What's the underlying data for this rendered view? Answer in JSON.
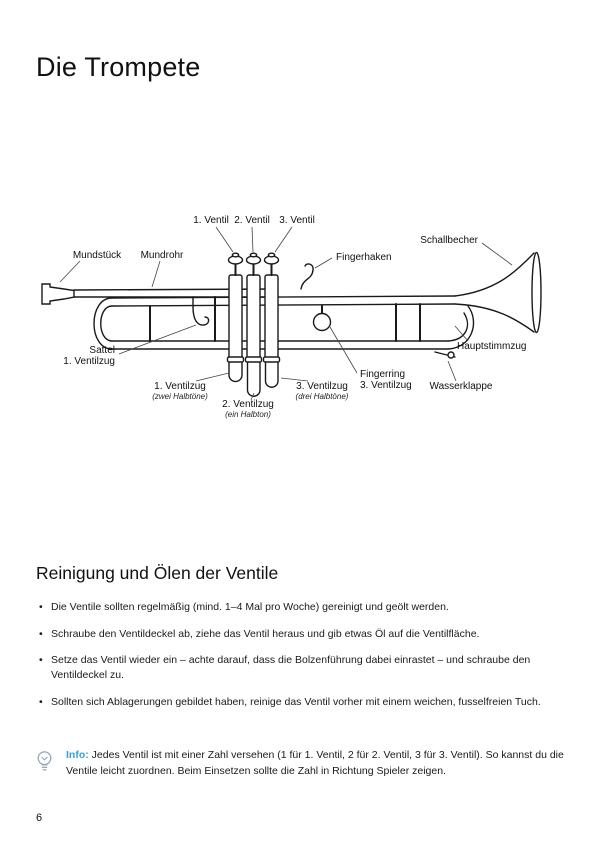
{
  "page": {
    "title": "Die Trompete",
    "page_number": "6"
  },
  "diagram": {
    "labels": {
      "valve1": "1. Ventil",
      "valve2": "2. Ventil",
      "valve3": "3. Ventil",
      "bell": "Schallbecher",
      "mouthpiece": "Mundstück",
      "leadpipe": "Mundrohr",
      "finger_hook": "Fingerhaken",
      "saddle_line1": "Sattel",
      "saddle_line2": "1. Ventilzug",
      "main_tuning_slide": "Hauptstimmzug",
      "slide1": "1. Ventilzug",
      "slide1_sub": "(zwei Halbtöne)",
      "slide2": "2. Ventilzug",
      "slide2_sub": "(ein Halbton)",
      "slide3": "3. Ventilzug",
      "slide3_sub": "(drei Halbtöne)",
      "finger_ring_line1": "Fingerring",
      "finger_ring_line2": "3. Ventilzug",
      "water_key": "Wasserklappe"
    }
  },
  "section": {
    "heading": "Reinigung und Ölen der Ventile",
    "bullets": [
      "Die Ventile sollten regelmäßig (mind. 1–4 Mal pro Woche) gereinigt und geölt werden.",
      "Schraube den Ventildeckel ab, ziehe das Ventil heraus und gib etwas Öl auf die Ventilfläche.",
      "Setze das Ventil wieder ein – achte darauf, dass die Bolzenführung dabei einrastet – und schraube den Ventildeckel zu.",
      "Sollten sich Ablagerungen gebildet haben, reinige das Ventil vorher mit einem weichen, fusselfreien Tuch."
    ]
  },
  "info": {
    "label": "Info:",
    "text": "Jedes Ventil ist mit einer Zahl versehen (1 für 1. Ventil, 2 für 2. Ventil, 3 für 3. Ventil). So kannst du die Ventile leicht zuordnen. Beim Einsetzen sollte die Zahl in Richtung Spieler zeigen.",
    "accent_color": "#3a9fd8"
  }
}
